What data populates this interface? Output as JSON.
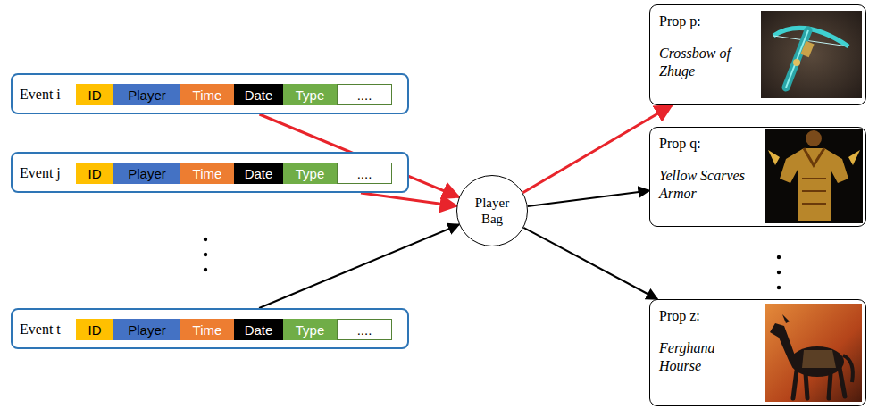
{
  "diagram": {
    "nodes": [
      {
        "text": [
          "Event i"
        ]
      },
      {
        "text": [
          "ID"
        ],
        "in": 0
      },
      {
        "text": [
          "Player"
        ],
        "in": 0
      },
      {
        "text": [
          "Time"
        ],
        "in": 0
      },
      {
        "text": [
          "Date"
        ],
        "in": 0
      },
      {
        "text": [
          "Type"
        ],
        "in": 0
      },
      {
        "text": [
          "...."
        ],
        "in": 0
      },
      {
        "text": [
          "Event j"
        ]
      },
      {
        "text": [
          "ID"
        ],
        "in": 7
      },
      {
        "text": [
          "Player"
        ],
        "in": 7
      },
      {
        "text": [
          "Time"
        ],
        "in": 7
      },
      {
        "text": [
          "Date"
        ],
        "in": 7
      },
      {
        "text": [
          "Type"
        ],
        "in": 7
      },
      {
        "text": [
          "...."
        ],
        "in": 7
      },
      {
        "text": [
          "Event t"
        ]
      },
      {
        "text": [
          "ID"
        ],
        "in": 14
      },
      {
        "text": [
          "Player"
        ],
        "in": 14
      },
      {
        "text": [
          "Time"
        ],
        "in": 14
      },
      {
        "text": [
          "Date"
        ],
        "in": 14
      },
      {
        "text": [
          "Type"
        ],
        "in": 14
      },
      {
        "text": [
          "...."
        ],
        "in": 14
      },
      {
        "text": [
          "Player Bag"
        ]
      },
      {
        "text": [
          "Prop p:",
          "Crossbow of Zhuge"
        ]
      },
      {
        "text": [
          "Prop q:",
          "Yellow Scarves Armor"
        ]
      },
      {
        "text": [
          "Prop z:",
          "Ferghana Hourse"
        ]
      }
    ],
    "edges": [
      {
        "from": 0,
        "to": 21,
        "arrow": "to"
      },
      {
        "from": 7,
        "to": 21,
        "arrow": "to"
      },
      {
        "from": 14,
        "to": 21,
        "arrow": "to"
      },
      {
        "from": 21,
        "to": 22,
        "arrow": "to"
      },
      {
        "from": 21,
        "to": 23,
        "arrow": "to"
      },
      {
        "from": 21,
        "to": 24,
        "arrow": "to"
      }
    ]
  }
}
